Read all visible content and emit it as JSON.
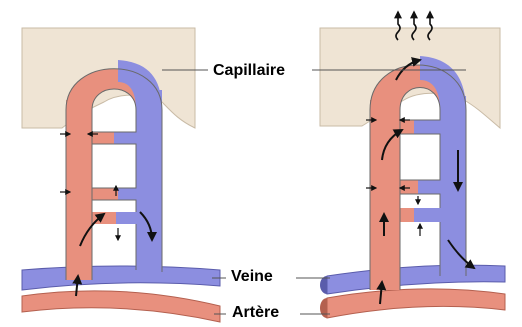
{
  "labels": {
    "capillary": "Capillaire",
    "vein": "Veine",
    "artery": "Artère"
  },
  "colors": {
    "tissue": "#efe4d4",
    "arterial": "#e8907e",
    "venous": "#8c8ee0",
    "arrow": "#111111",
    "leader": "#555555"
  }
}
